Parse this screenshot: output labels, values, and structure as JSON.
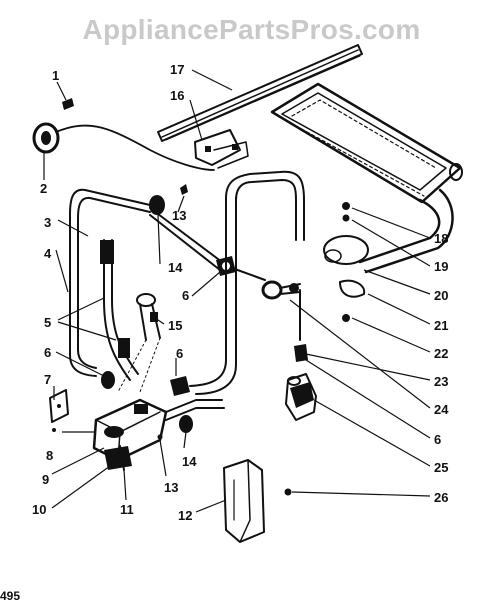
{
  "watermark": "AppliancePartsPros.com",
  "callouts": [
    "1",
    "2",
    "3",
    "4",
    "5",
    "6",
    "7",
    "8",
    "9",
    "10",
    "11",
    "12",
    "13",
    "14",
    "15",
    "16",
    "17",
    "18",
    "19",
    "20",
    "21",
    "22",
    "23",
    "24",
    "25",
    "26"
  ],
  "page_number": "495"
}
